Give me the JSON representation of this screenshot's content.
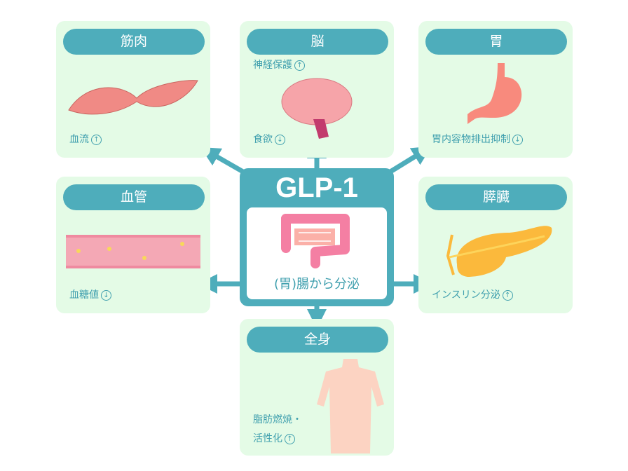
{
  "center": {
    "title": "GLP-1",
    "subtitle": "(胃)腸から分泌"
  },
  "colors": {
    "teal": "#4eadbb",
    "panel": "#e4fbe6"
  },
  "panels": {
    "muscle": {
      "title": "筋肉",
      "effects": [
        "血流"
      ],
      "direction": "up"
    },
    "brain": {
      "title": "脳",
      "effects": [
        "神経保護",
        "食欲"
      ],
      "directions": [
        "up",
        "down"
      ]
    },
    "stomach": {
      "title": "胃",
      "effects": [
        "胃内容物排出抑制"
      ],
      "direction": "down"
    },
    "vessel": {
      "title": "血管",
      "effects": [
        "血糖値"
      ],
      "direction": "down"
    },
    "pancreas": {
      "title": "膵臓",
      "effects": [
        "インスリン分泌"
      ],
      "direction": "up"
    },
    "body": {
      "title": "全身",
      "effects": [
        "脂肪燃焼・",
        "活性化"
      ],
      "direction": "up"
    }
  },
  "icons": {
    "up": "↑",
    "down": "↓"
  }
}
